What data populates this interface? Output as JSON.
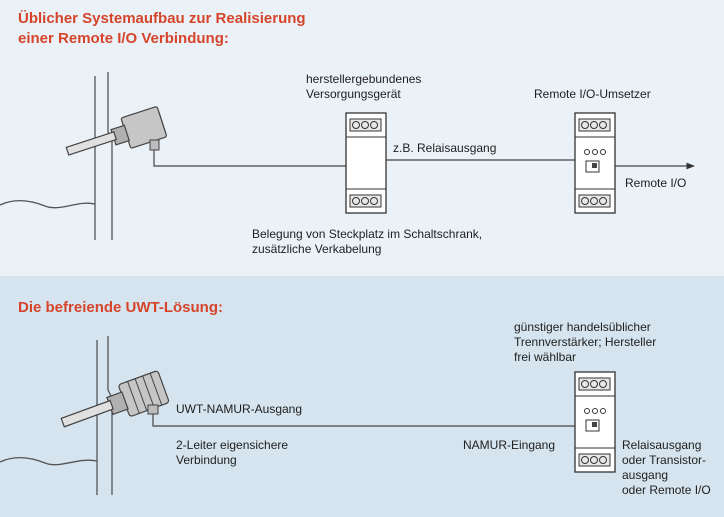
{
  "top": {
    "heading_line1": "Üblicher Systemaufbau zur Realisierung",
    "heading_line2": "einer Remote I/O Verbindung:",
    "supply_label_line1": "herstellergebundenes",
    "supply_label_line2": "Versorgungsgerät",
    "converter_label": "Remote I/O-Umsetzer",
    "relay_output_label": "z.B. Relaisausgang",
    "remote_io_label": "Remote I/O",
    "wiring_note_line1": "Belegung von Steckplatz im Schaltschrank,",
    "wiring_note_line2": "zusätzliche Verkabelung"
  },
  "bottom": {
    "heading": "Die befreiende UWT-Lösung:",
    "isolator_label_line1": "günstiger handelsüblicher",
    "isolator_label_line2": "Trennverstärker; Hersteller",
    "isolator_label_line3": "frei wählbar",
    "namur_output_label": "UWT-NAMUR-Ausgang",
    "two_wire_label_line1": "2-Leiter eigensichere",
    "two_wire_label_line2": "Verbindung",
    "namur_input_label": "NAMUR-Eingang",
    "outputs_line1": "Relaisausgang",
    "outputs_line2": "oder Transistor-",
    "outputs_line3": "ausgang",
    "outputs_line4": "oder Remote I/O"
  }
}
